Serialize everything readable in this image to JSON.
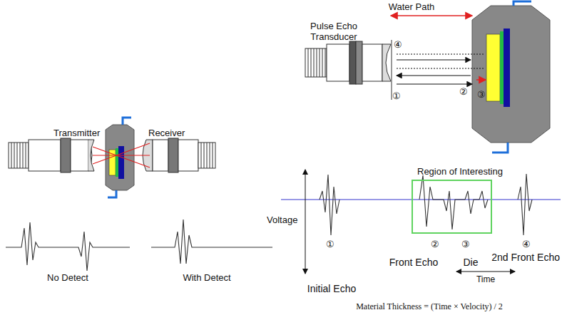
{
  "diagram": {
    "nodes": [
      {
        "text": [
          "Region of Interesting"
        ]
      }
    ],
    "edges": [],
    "labels": [
      "Transmitter",
      "Receiver",
      "No Detect",
      "With Detect",
      "Water Path",
      "Pulse Echo Transducer",
      "④",
      "①",
      "②",
      "③",
      "Voltage",
      "①",
      "②",
      "③",
      "④",
      "Initial Echo",
      "Front Echo",
      "Die",
      "2nd Front Echo",
      "Time",
      "Material Thickness = (Time × Velocity) / 2"
    ]
  }
}
